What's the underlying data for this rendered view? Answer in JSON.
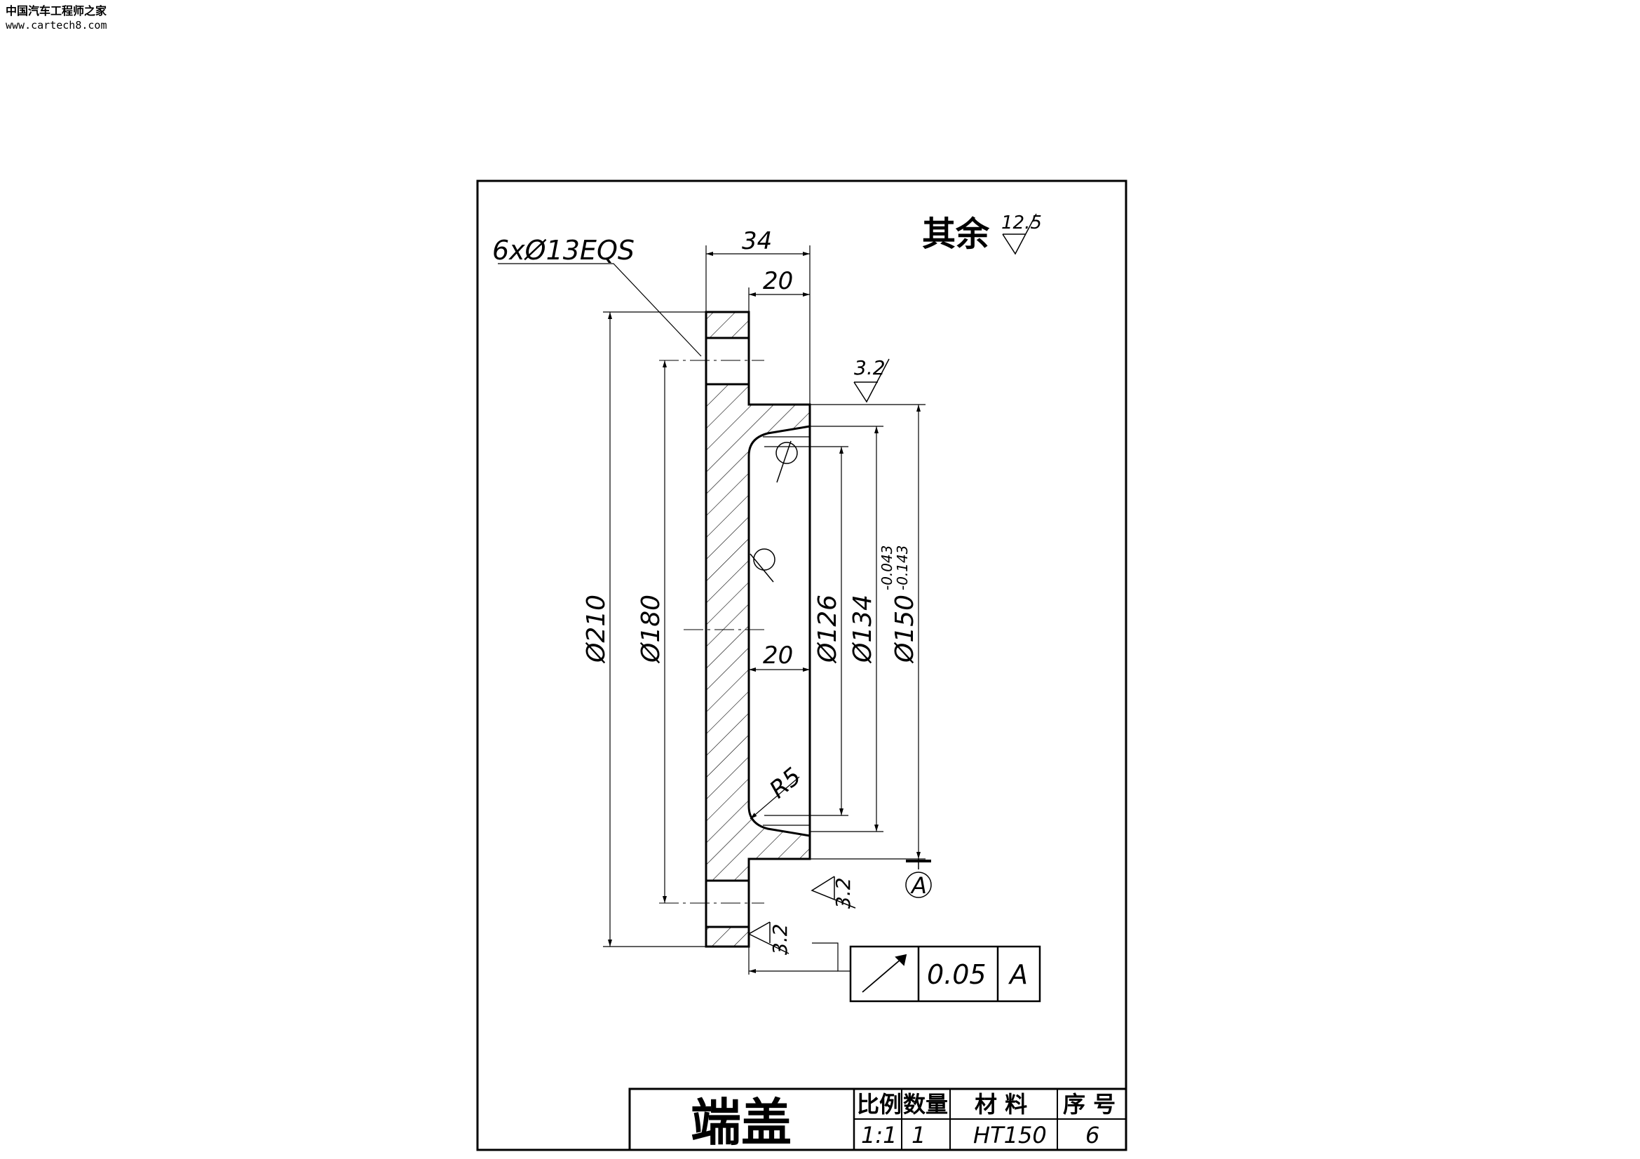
{
  "watermark": {
    "site_name": "中国汽车工程师之家",
    "url": "www.cartech8.com"
  },
  "drawing": {
    "roughness_note": {
      "label": "其余",
      "value": "12.5"
    },
    "hole_note": "6xØ13EQS",
    "dimensions": {
      "width_total": "34",
      "flange_width": "20",
      "recess_depth": "20",
      "dia_210": "Ø210",
      "dia_180": "Ø180",
      "dia_126": "Ø126",
      "dia_134": "Ø134",
      "dia_150": "Ø150",
      "tol_upper": "-0.043",
      "tol_lower": "-0.143",
      "radius": "R5"
    },
    "surface_finish": {
      "top": "3.2",
      "right": "3.2",
      "bottom": "3.2"
    },
    "datum": "A",
    "runout": {
      "value": "0.05",
      "datum": "A"
    }
  },
  "title_block": {
    "name": "端盖",
    "headers": {
      "scale": "比例",
      "quantity": "数量",
      "material": "材  料",
      "number": "序 号"
    },
    "values": {
      "scale": "1:1",
      "quantity": "1",
      "material": "HT150",
      "number": "6"
    }
  }
}
